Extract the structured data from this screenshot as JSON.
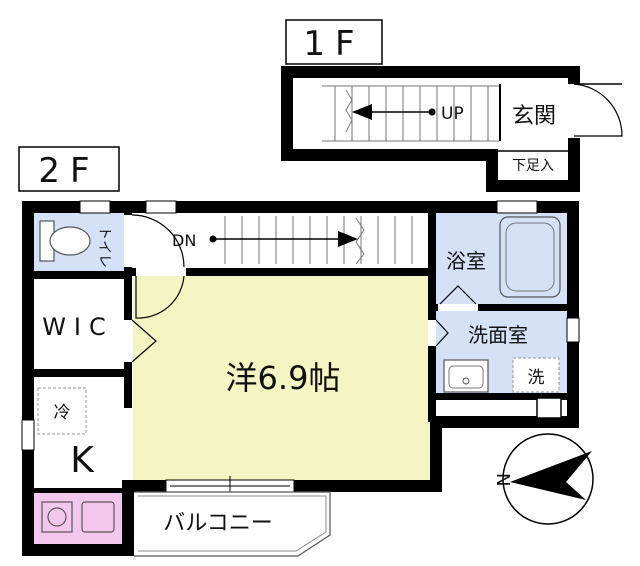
{
  "floors": {
    "first": {
      "label": "1F",
      "stairs_label": "UP",
      "entrance_label": "玄関",
      "shoe_storage_label": "下足入"
    },
    "second": {
      "label": "2F",
      "toilet_label": "トイレ",
      "stairs_label": "DN",
      "bathroom_label": "浴室",
      "washroom_label": "洗面室",
      "washer_label": "洗",
      "wic_label": "WIC",
      "room_label": "洋6.9帖",
      "fridge_label": "冷",
      "kitchen_label": "K",
      "balcony_label": "バルコニー"
    }
  },
  "compass": {
    "label": "N"
  },
  "colors": {
    "room_fill": "#f5f5c4",
    "wet_fill": "#d4e1f7",
    "stove_fill": "#f4c8ee",
    "wall": "#000000"
  }
}
